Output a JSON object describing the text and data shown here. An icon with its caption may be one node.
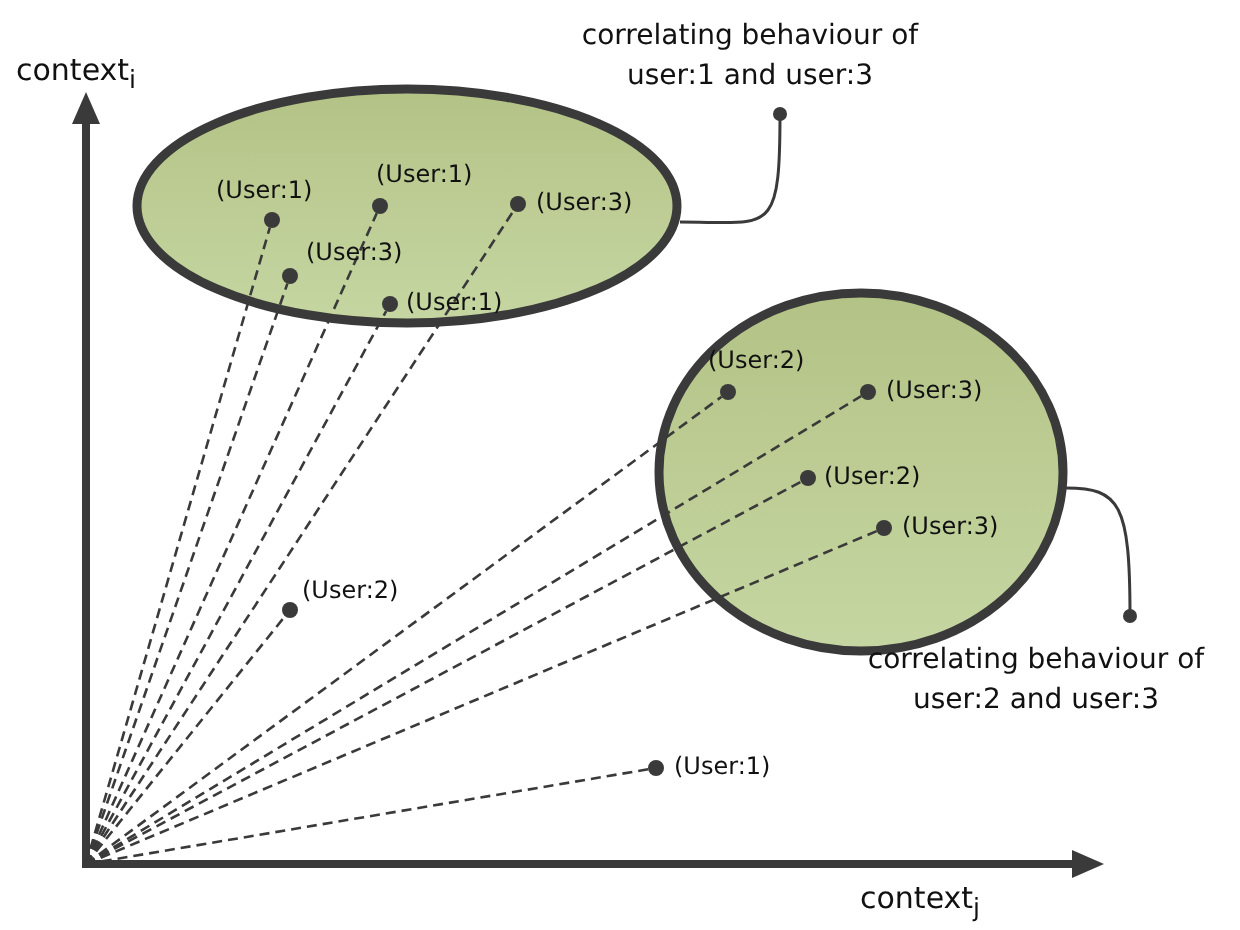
{
  "diagram": {
    "nodes": [
      {
        "text": [
          "correlating behaviour of user:1 and user:3"
        ]
      },
      {
        "text": [],
        "shape": "ellipse"
      },
      {
        "text": [
          "(User:1)"
        ],
        "in": 1
      },
      {
        "text": [
          "(User:1)"
        ],
        "in": 1
      },
      {
        "text": [
          "(User:3)"
        ],
        "in": 1
      },
      {
        "text": [
          "(User:3)"
        ],
        "in": 1
      },
      {
        "text": [
          "(User:1)"
        ],
        "in": 1
      },
      {
        "text": [],
        "shape": "ellipse"
      },
      {
        "text": [
          "(User:2)"
        ],
        "in": 7
      },
      {
        "text": [
          "(User:3)"
        ],
        "in": 7
      },
      {
        "text": [
          "(User:2)"
        ],
        "in": 7
      },
      {
        "text": [
          "(User:3)"
        ],
        "in": 7
      },
      {
        "text": [
          "correlating behaviour of user:2 and user:3"
        ]
      },
      {
        "text": [
          "(User:2)"
        ]
      },
      {
        "text": [
          "(User:1)"
        ]
      }
    ],
    "edges": [
      {
        "from": null,
        "to": 2,
        "arrow": "none",
        "style": "dashed"
      },
      {
        "from": null,
        "to": 3,
        "arrow": "none",
        "style": "dashed"
      },
      {
        "from": null,
        "to": 4,
        "arrow": "none",
        "style": "dashed"
      },
      {
        "from": null,
        "to": 5,
        "arrow": "none",
        "style": "dashed"
      },
      {
        "from": null,
        "to": 6,
        "arrow": "none",
        "style": "dashed"
      },
      {
        "from": null,
        "to": 8,
        "arrow": "none",
        "style": "dashed"
      },
      {
        "from": null,
        "to": 9,
        "arrow": "none",
        "style": "dashed"
      },
      {
        "from": null,
        "to": 10,
        "arrow": "none",
        "style": "dashed"
      },
      {
        "from": null,
        "to": 11,
        "arrow": "none",
        "style": "dashed"
      },
      {
        "from": null,
        "to": 13,
        "arrow": "none",
        "style": "dashed"
      },
      {
        "from": null,
        "to": 14,
        "arrow": "none",
        "style": "dashed"
      },
      {
        "from": 0,
        "to": 1,
        "arrow": "other"
      },
      {
        "from": 12,
        "to": 7,
        "arrow": "other"
      }
    ],
    "labels": [
      "context$_{i}$",
      "context$_{j}$"
    ]
  }
}
